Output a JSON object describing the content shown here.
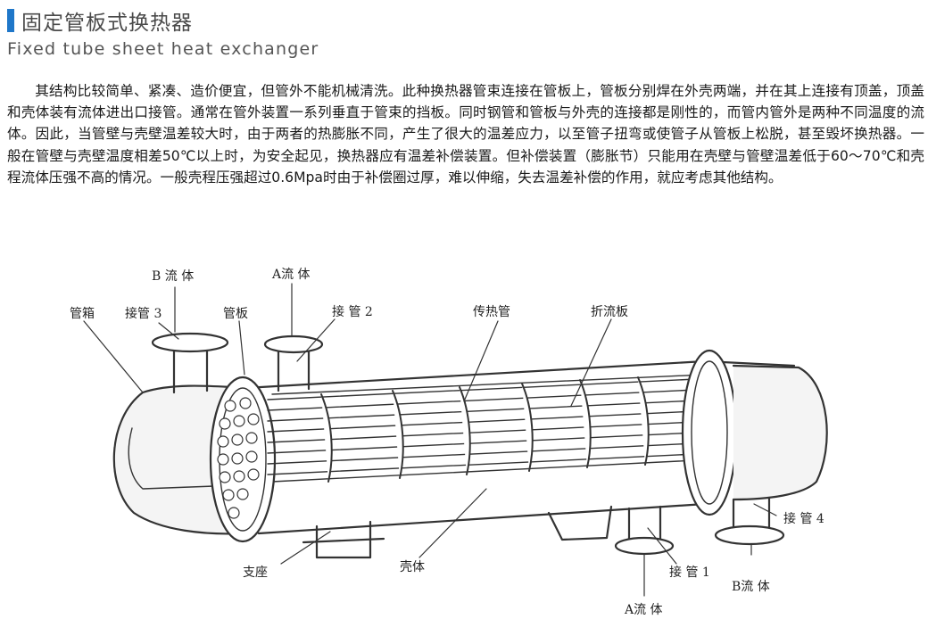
{
  "header": {
    "title_cn": "固定管板式换热器",
    "title_en": "Fixed tube sheet heat exchanger"
  },
  "body_text": "其结构比较简单、紧凑、造价便宜，但管外不能机械清洗。此种换热器管束连接在管板上，管板分别焊在外壳两端，并在其上连接有顶盖，顶盖和壳体装有流体进出口接管。通常在管外装置一系列垂直于管束的挡板。同时钢管和管板与外壳的连接都是刚性的，而管内管外是两种不同温度的流体。因此，当管壁与壳壁温差较大时，由于两者的热膨胀不同，产生了很大的温差应力，以至管子扭弯或使管子从管板上松脱，甚至毁坏换热器。一般在管壁与壳壁温度相差50℃以上时，为安全起见，换热器应有温差补偿装置。但补偿装置（膨胀节）只能用在壳壁与管壁温差低于60～70℃和壳程流体压强不高的情况。一般壳程压强超过0.6Mpa时由于补偿圈过厚，难以伸缩，失去温差补偿的作用，就应考虑其他结构。",
  "diagram": {
    "labels": {
      "b_fluid_top": "B 流 体",
      "a_fluid_top": "A流 体",
      "channel": "管箱",
      "nozzle3": "接管 3",
      "tubesheet": "管板",
      "nozzle2": "接 管 2",
      "heat_tube": "传热管",
      "baffle": "折流板",
      "support": "支座",
      "shell": "壳体",
      "nozzle1": "接 管 1",
      "nozzle4": "接 管 4",
      "b_fluid_bottom": "B流 体",
      "a_fluid_bottom": "A流 体"
    }
  }
}
